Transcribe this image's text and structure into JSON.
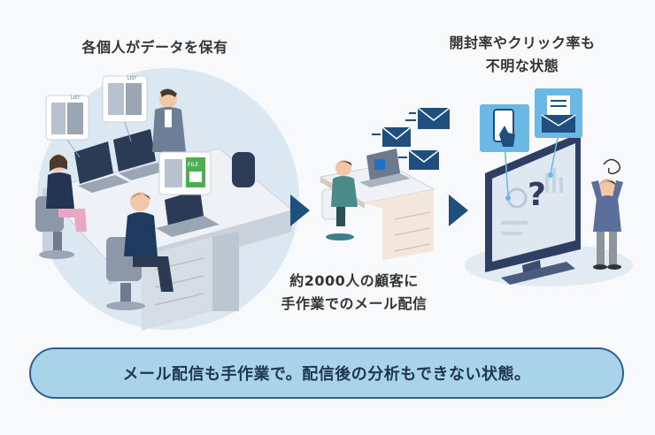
{
  "captions": {
    "left": "各個人がデータを保有",
    "right_line1": "開封率やクリック率も",
    "right_line2": "不明な状態",
    "middle_line1": "約2000人の顧客に",
    "middle_line2": "手作業でのメール配信"
  },
  "banner": {
    "text": "メール配信も手作業で。配信後の分析もできない状態。"
  },
  "doc_labels": {
    "list": "LIST",
    "file": "FILE"
  },
  "icons": [
    "document-icon",
    "spreadsheet-icon",
    "envelope-icon",
    "smartphone-tap-icon",
    "email-open-icon",
    "question-mark-icon",
    "confusion-swirl-icon",
    "arrow-right-icon"
  ],
  "colors": {
    "circle_bg": "#dce8f1",
    "arrow": "#1f4f7f",
    "banner_fill": "#a9d3e9",
    "banner_border": "#2f5f92",
    "icon_tile": "#6bb8e4"
  }
}
